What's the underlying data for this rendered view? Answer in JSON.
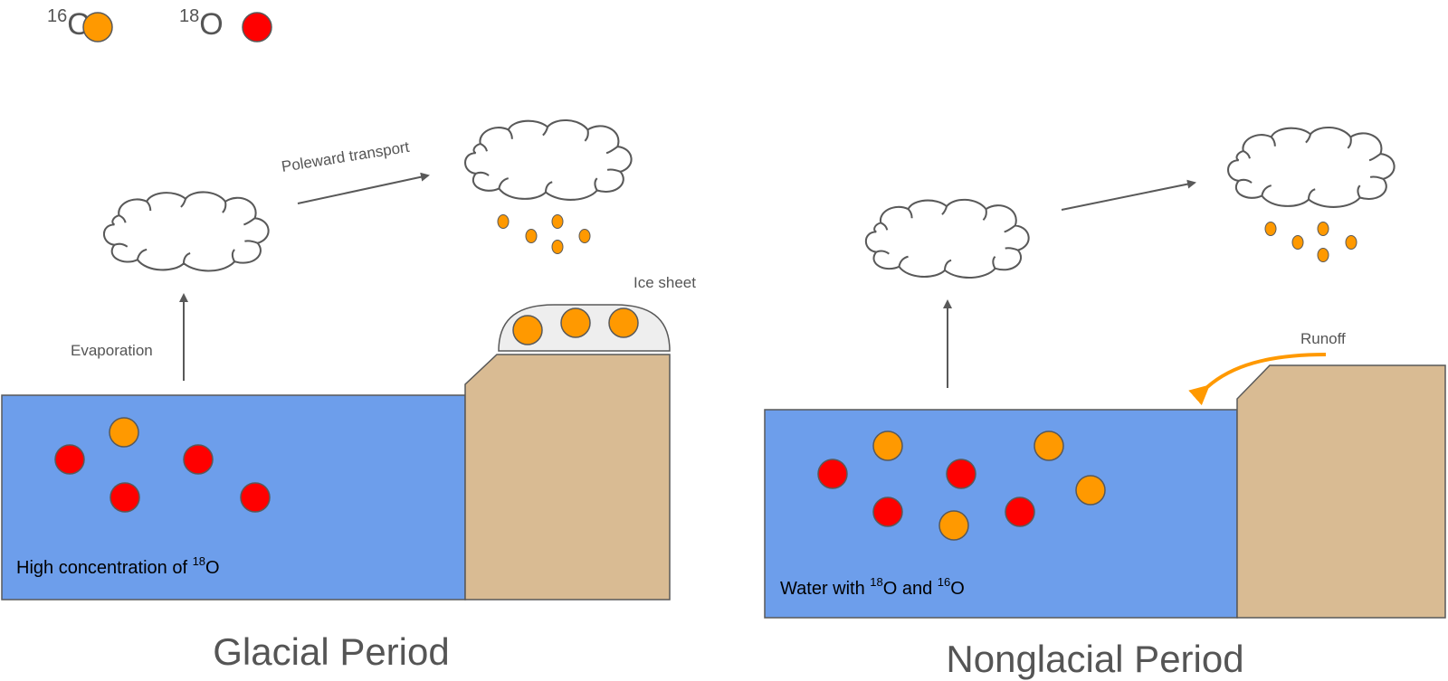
{
  "legend": {
    "o16": {
      "mass": "16",
      "symbol": "O",
      "color": "#FF9900"
    },
    "o18": {
      "mass": "18",
      "symbol": "O",
      "color": "#FF0000"
    }
  },
  "colors": {
    "water": "#6D9EEB",
    "land": "#D9BB93",
    "ice": "#EEEEEE",
    "outline": "#595959",
    "runoff_arrow": "#FF9900"
  },
  "glacial": {
    "title": "Glacial Period",
    "evaporation_label": "Evaporation",
    "transport_label": "Poleward transport",
    "ice_sheet_label": "Ice sheet",
    "water_label_prefix": "High concentration of ",
    "water_label_mass": "18",
    "water_label_symbol": "O"
  },
  "nonglacial": {
    "title": "Nonglacial Period",
    "runoff_label": "Runoff",
    "water_label_prefix": "Water with ",
    "water_label_mass1": "18",
    "water_label_mid": "O and ",
    "water_label_mass2": "16",
    "water_label_suffix": "O"
  }
}
